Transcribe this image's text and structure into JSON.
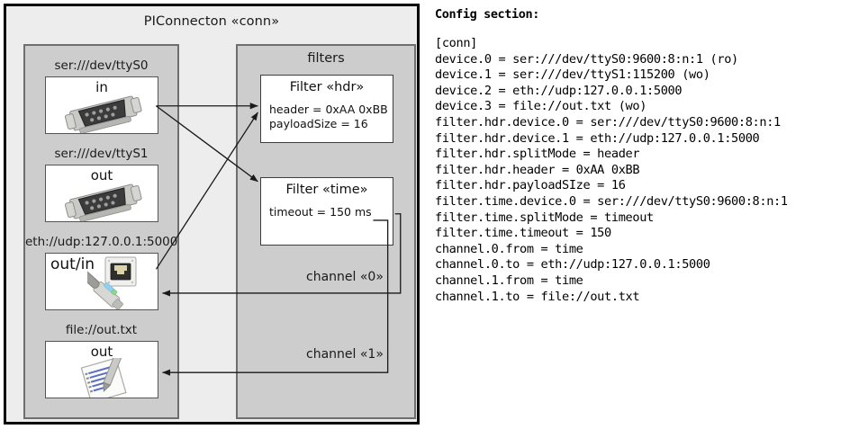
{
  "diagram": {
    "outer_title": "PIConnecton «conn»",
    "devices_group": {
      "devices": [
        {
          "label": "ser:///dev/ttyS0",
          "direction": "in",
          "icon": "serial-port-icon"
        },
        {
          "label": "ser:///dev/ttyS1",
          "direction": "out",
          "icon": "serial-port-icon"
        },
        {
          "label": "eth://udp:127.0.0.1:5000",
          "direction": "out/in",
          "icon": "ethernet-jack-icon"
        },
        {
          "label": "file://out.txt",
          "direction": "out",
          "icon": "text-file-icon"
        }
      ]
    },
    "filters_group": {
      "title": "filters",
      "filters": [
        {
          "title": "Filter «hdr»",
          "props": [
            "header = 0xAA 0xBB",
            "payloadSize = 16"
          ]
        },
        {
          "title": "Filter «time»",
          "props": [
            "timeout = 150 ms"
          ]
        }
      ]
    },
    "channels": [
      {
        "label": "channel «0»"
      },
      {
        "label": "channel «1»"
      }
    ]
  },
  "config": {
    "heading": "Config section:",
    "lines": [
      "[conn]",
      "device.0 = ser:///dev/ttyS0:9600:8:n:1 (ro)",
      "device.1 = ser:///dev/ttyS1:115200 (wo)",
      "device.2 = eth://udp:127.0.0.1:5000",
      "device.3 = file://out.txt (wo)",
      "filter.hdr.device.0 = ser:///dev/ttyS0:9600:8:n:1",
      "filter.hdr.device.1 = eth://udp:127.0.0.1:5000",
      "filter.hdr.splitMode = header",
      "filter.hdr.header = 0xAA 0xBB",
      "filter.hdr.payloadSIze = 16",
      "filter.time.device.0 = ser:///dev/ttyS0:9600:8:n:1",
      "filter.time.splitMode = timeout",
      "filter.time.timeout = 150",
      "channel.0.from = time",
      "channel.0.to = eth://udp:127.0.0.1:5000",
      "channel.1.from = time",
      "channel.1.to = file://out.txt"
    ],
    "text": "[conn]\ndevice.0 = ser:///dev/ttyS0:9600:8:n:1 (ro)\ndevice.1 = ser:///dev/ttyS1:115200 (wo)\ndevice.2 = eth://udp:127.0.0.1:5000\ndevice.3 = file://out.txt (wo)\nfilter.hdr.device.0 = ser:///dev/ttyS0:9600:8:n:1\nfilter.hdr.device.1 = eth://udp:127.0.0.1:5000\nfilter.hdr.splitMode = header\nfilter.hdr.header = 0xAA 0xBB\nfilter.hdr.payloadSIze = 16\nfilter.time.device.0 = ser:///dev/ttyS0:9600:8:n:1\nfilter.time.splitMode = timeout\nfilter.time.timeout = 150\nchannel.0.from = time\nchannel.0.to = eth://udp:127.0.0.1:5000\nchannel.1.from = time\nchannel.1.to = file://out.txt"
  },
  "colors": {
    "canvas": "#ffffff",
    "outer_fill": "#ededed",
    "group_fill": "#cdcdcd",
    "group_border": "#6e6e6e",
    "card_fill": "#ffffff",
    "wire": "#1a1a1a"
  }
}
